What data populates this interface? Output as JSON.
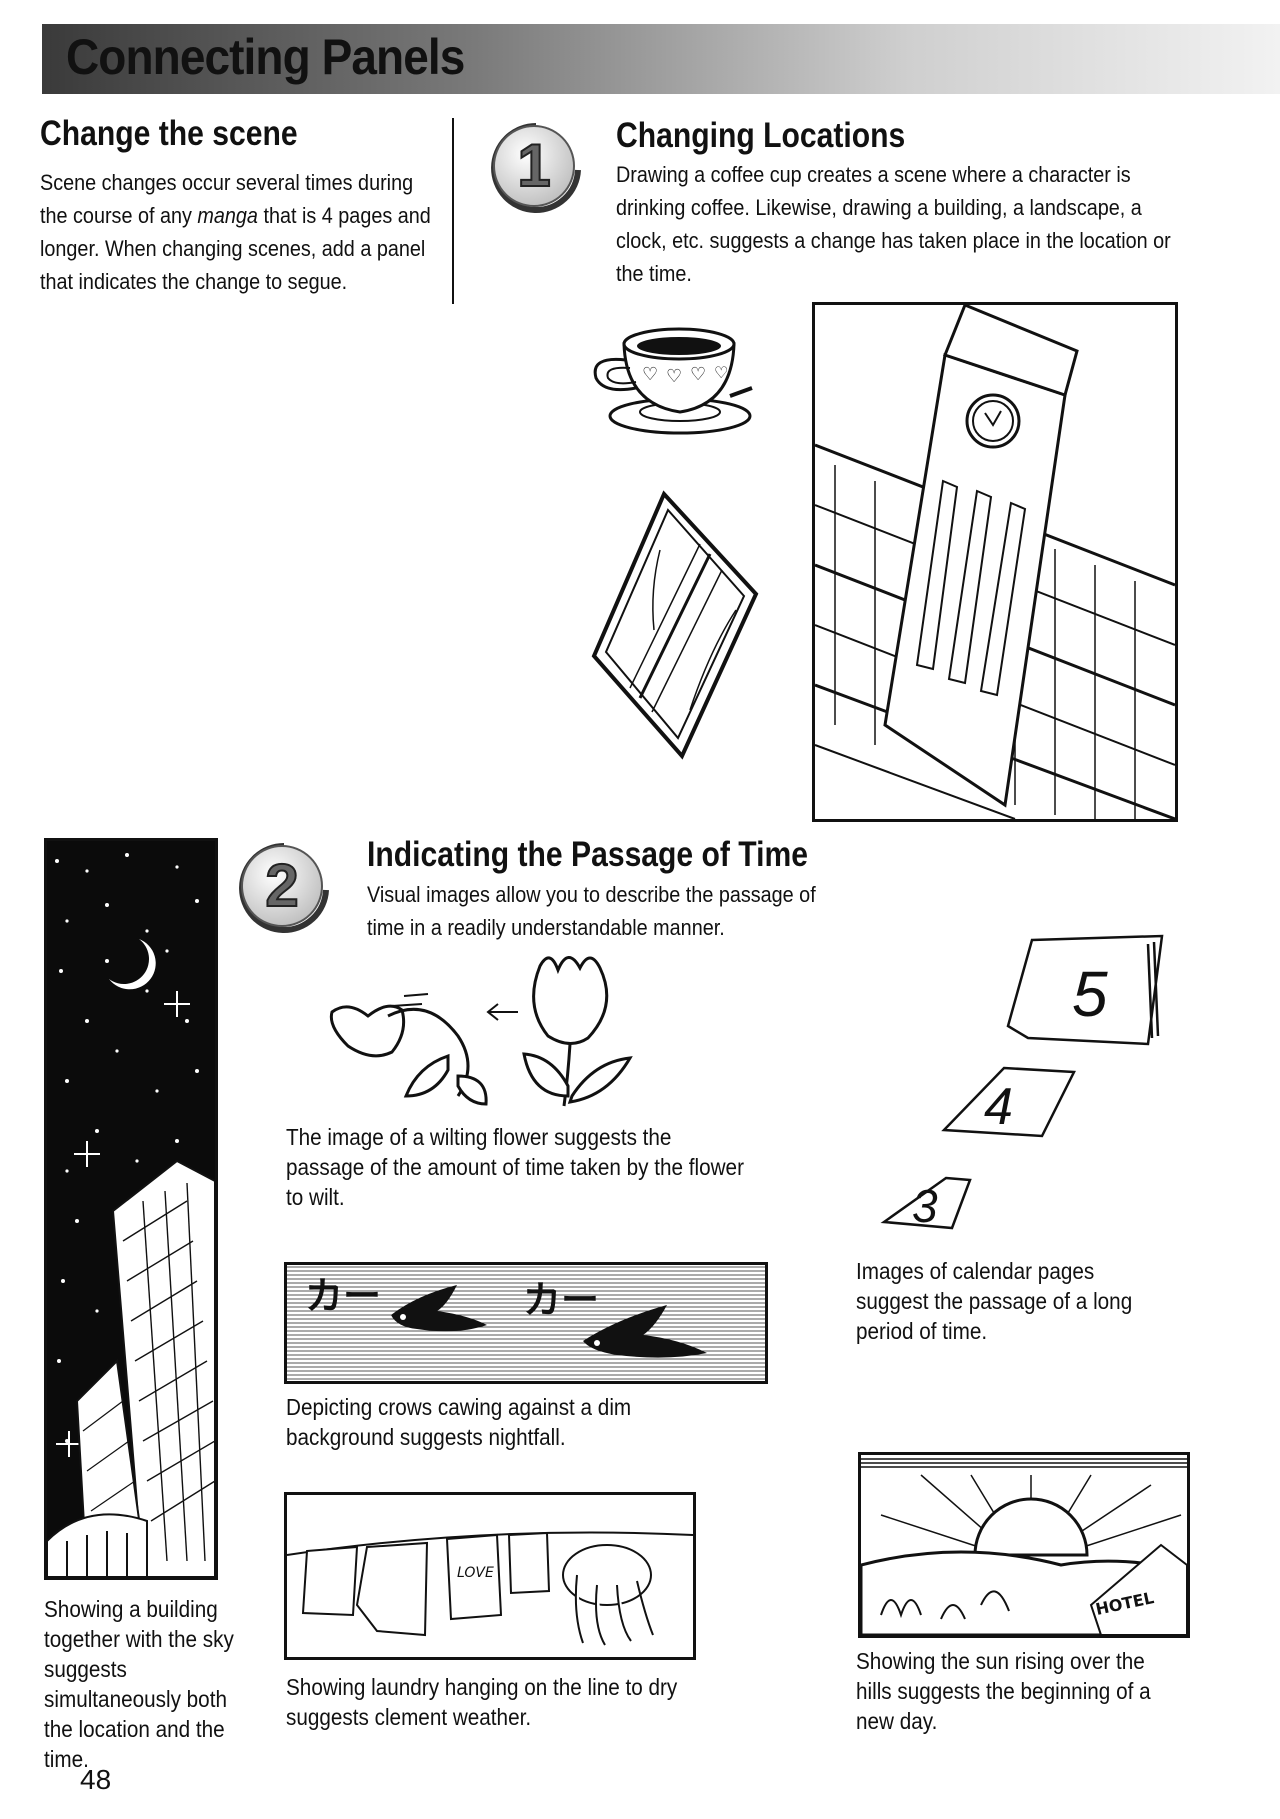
{
  "header": {
    "title": "Connecting Panels"
  },
  "intro": {
    "heading": "Change the scene",
    "text_before": "Scene changes occur several times during the course of any ",
    "text_em": "manga",
    "text_after": " that is 4 pages and longer. When changing scenes, add a panel that indicates the change to segue."
  },
  "section1": {
    "number": "1",
    "heading": "Changing Locations",
    "text": "Drawing a coffee cup creates a scene where a character is drinking coffee. Likewise, drawing a building, a landscape, a clock, etc. suggests a change has taken place in the location or the time."
  },
  "section2": {
    "number": "2",
    "heading": "Indicating the Passage of Time",
    "text": "Visual images allow you to describe the passage of time in a readily understandable manner."
  },
  "captions": {
    "flower": "The image of a wilting flower suggests the passage of the amount of time taken by the flower to wilt.",
    "crows": "Depicting crows cawing against a dim background suggests nightfall.",
    "laundry": "Showing laundry hanging on the line to dry suggests clement weather.",
    "calendar": "Images of calendar pages suggest the passage of a long period of time.",
    "sunrise": "Showing the sun rising over the hills suggests the beginning of a new day.",
    "building_sky": "Showing a building together with the sky suggests simultaneously both the location and the time."
  },
  "illustration_text": {
    "crow_caw": "カー",
    "calendar_pages": [
      "5",
      "4",
      "3"
    ],
    "laundry_label": "LOVE",
    "hotel_sign": "HOTEL"
  },
  "page_number": "48"
}
